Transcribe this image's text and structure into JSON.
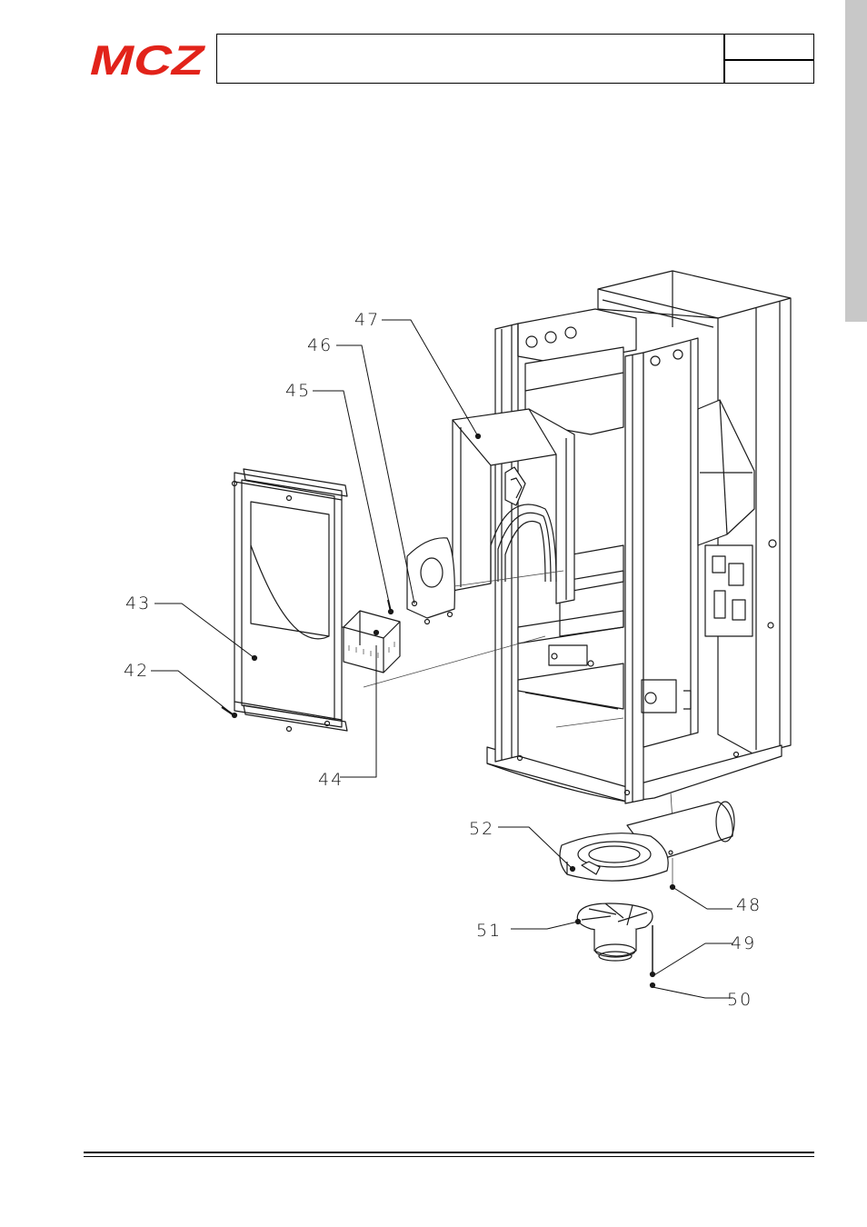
{
  "header": {
    "brand": "MCZ",
    "brand_color": "#e2231a",
    "title": "",
    "code": "",
    "page": ""
  },
  "diagram": {
    "callouts": [
      {
        "id": "c42",
        "label": "42"
      },
      {
        "id": "c43",
        "label": "43"
      },
      {
        "id": "c44",
        "label": "44"
      },
      {
        "id": "c45",
        "label": "45"
      },
      {
        "id": "c46",
        "label": "46"
      },
      {
        "id": "c47",
        "label": "47"
      },
      {
        "id": "c48",
        "label": "48"
      },
      {
        "id": "c49",
        "label": "49"
      },
      {
        "id": "c50",
        "label": "50"
      },
      {
        "id": "c51",
        "label": "51"
      },
      {
        "id": "c52",
        "label": "52"
      }
    ]
  }
}
